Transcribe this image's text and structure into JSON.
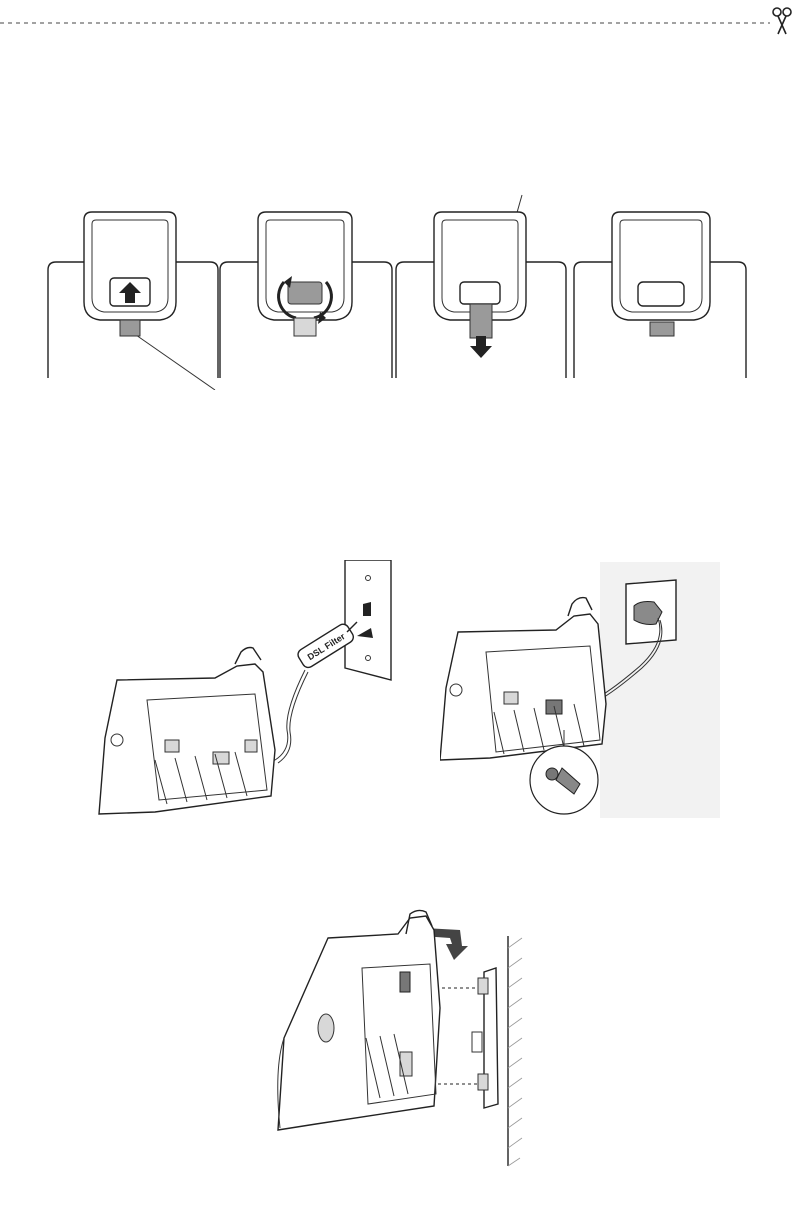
{
  "page": {
    "background": "#ffffff",
    "line_color": "#222222",
    "tab_color": "#9a9a9a",
    "outlet_panel_color": "#f2f2f2"
  },
  "cut_line": {
    "icon": "scissors-icon"
  },
  "step_panels": [
    {
      "id": "step-1",
      "arrow": "arrow-up-icon"
    },
    {
      "id": "step-2",
      "arrow": "rotate-icon"
    },
    {
      "id": "step-3",
      "arrow": "arrow-down-icon"
    },
    {
      "id": "step-4",
      "arrow": ""
    }
  ],
  "phone_line_diagram": {
    "filter_label": "DSL Filter"
  },
  "power_diagram": {},
  "wall_mount_diagram": {}
}
